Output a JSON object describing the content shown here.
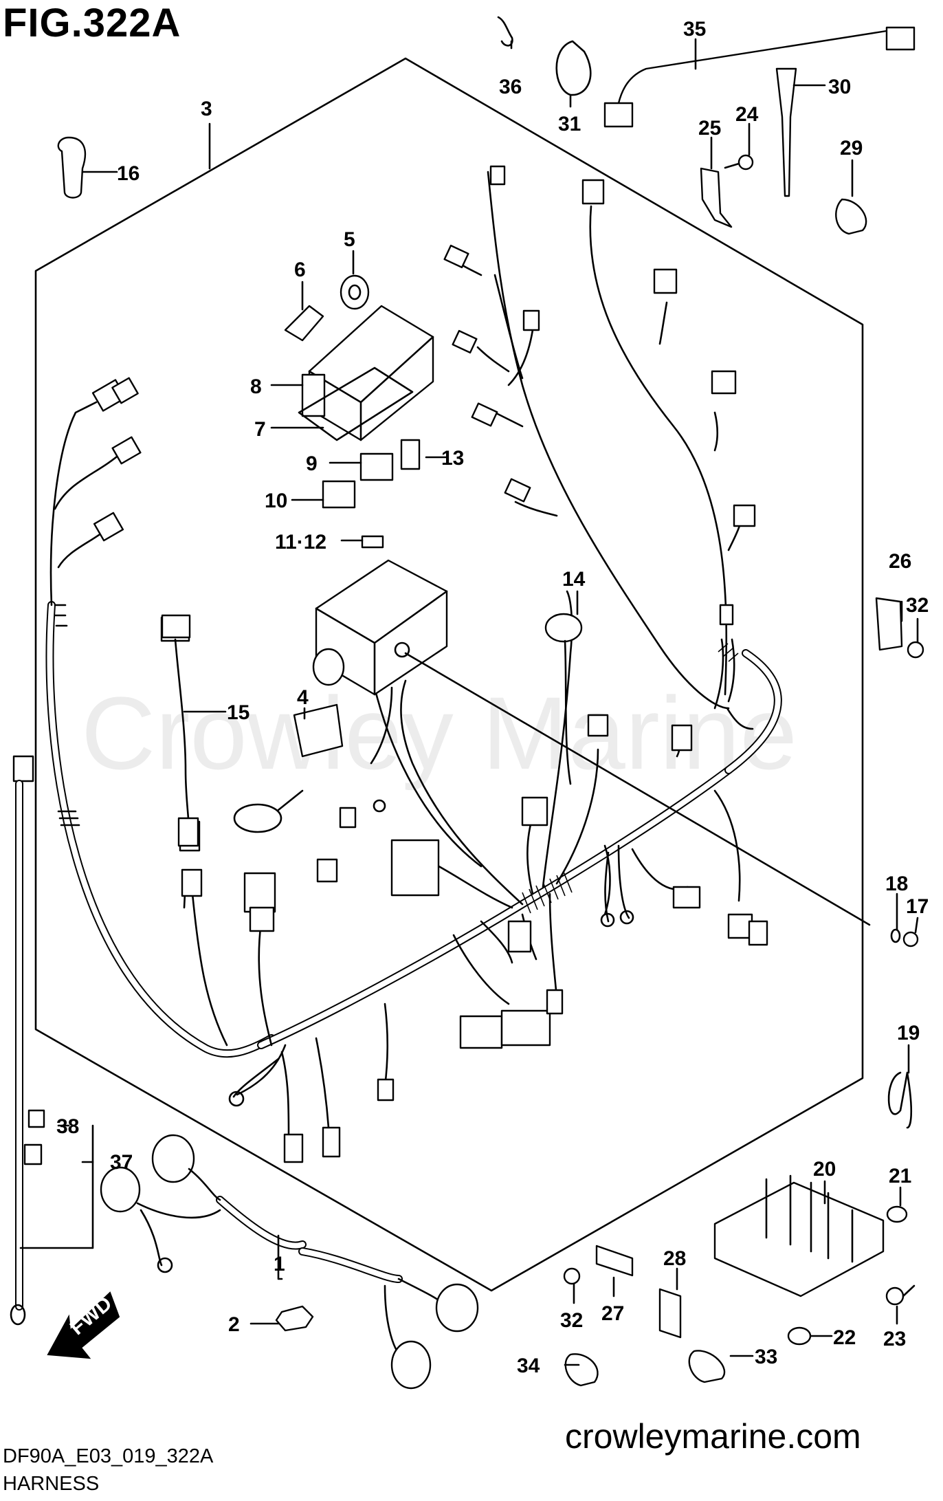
{
  "figure": {
    "title": "FIG.322A",
    "code": "DF90A_E03_019_322A",
    "subtitle": "HARNESS",
    "website": "crowleymarine.com",
    "watermark": "Crowley Marine",
    "direction_arrow": "FWD"
  },
  "callouts": {
    "c1": "1",
    "c2": "2",
    "c3": "3",
    "c4": "4",
    "c5": "5",
    "c6": "6",
    "c7": "7",
    "c8": "8",
    "c9": "9",
    "c10": "10",
    "c11_12": "11·12",
    "c13": "13",
    "c14": "14",
    "c15": "15",
    "c16": "16",
    "c17": "17",
    "c18": "18",
    "c19": "19",
    "c20": "20",
    "c21": "21",
    "c22": "22",
    "c23": "23",
    "c24": "24",
    "c25": "25",
    "c26": "26",
    "c27": "27",
    "c28": "28",
    "c29": "29",
    "c30": "30",
    "c31": "31",
    "c32a": "32",
    "c32b": "32",
    "c33": "33",
    "c34": "34",
    "c35": "35",
    "c36": "36",
    "c37": "37",
    "c38": "38"
  }
}
